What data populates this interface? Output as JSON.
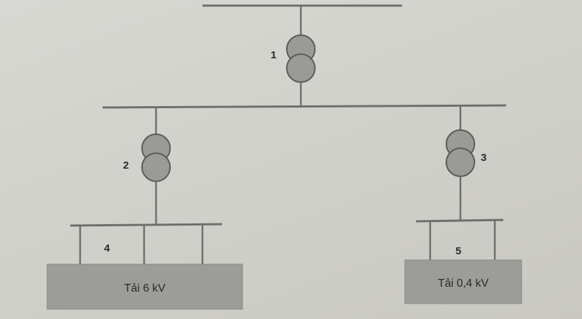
{
  "transformers": [
    {
      "id": "transformer-1",
      "label": "1"
    },
    {
      "id": "transformer-2",
      "label": "2"
    },
    {
      "id": "transformer-3",
      "label": "3"
    }
  ],
  "buses": [
    {
      "id": "bus-4",
      "label": "4"
    },
    {
      "id": "bus-5",
      "label": "5"
    }
  ],
  "loads": [
    {
      "id": "load-6kv",
      "label": "Tải 6 kV"
    },
    {
      "id": "load-04kv",
      "label": "Tải 0,4 kV"
    }
  ]
}
